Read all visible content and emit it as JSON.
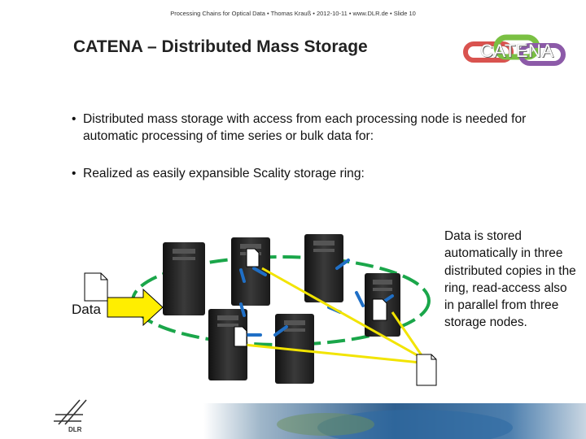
{
  "header": {
    "text": "Processing Chains for Optical Data  •  Thomas Krauß  •  2012-10-11  •  www.DLR.de  •  Slide 10"
  },
  "slide": {
    "title": "CATENA – Distributed Mass Storage",
    "logo_text": "CATENA"
  },
  "bullets": [
    {
      "marker": "•",
      "text": "Distributed mass storage with access from each processing node is needed for automatic processing of time series or bulk data for:"
    },
    {
      "marker": "•",
      "text": "Realized as easily expansible Scality storage ring:"
    }
  ],
  "diagram": {
    "data_label": "Data",
    "caption": "Data is stored automatically in three distributed copies in the ring, read-access also in parallel from three storage nodes.",
    "colors": {
      "ring": "#1aa64a",
      "links": "#1f6fc6",
      "arrows": "#f2e400",
      "input_arrow": "#ffee00"
    }
  },
  "footer": {
    "logo_text": "DLR"
  }
}
